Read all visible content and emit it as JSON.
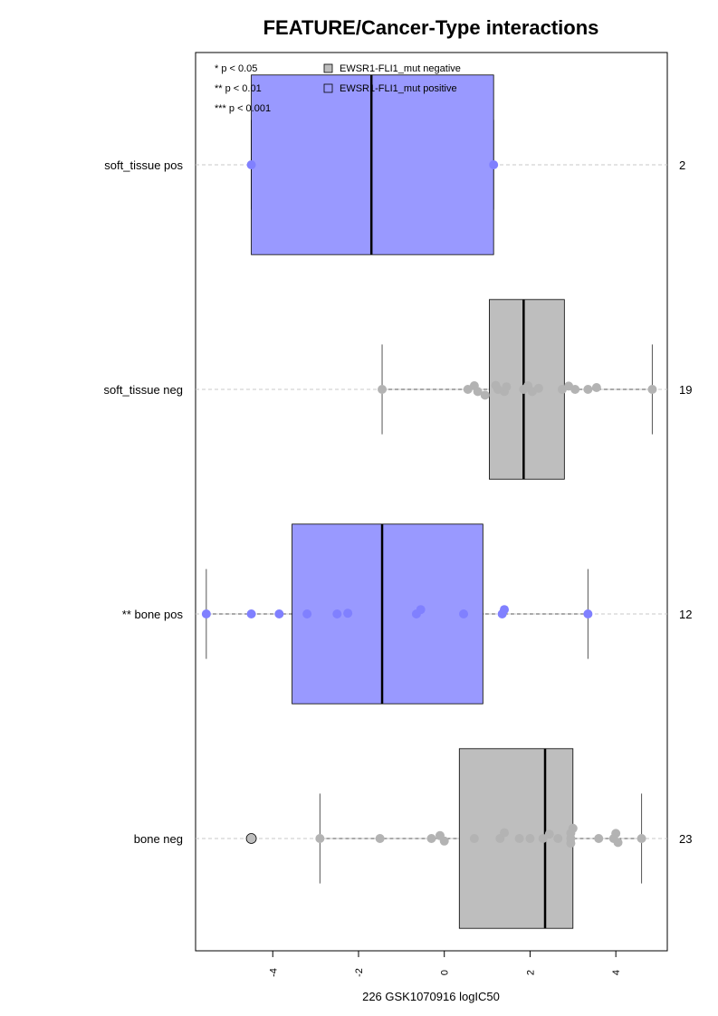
{
  "chart_data": {
    "type": "boxplot",
    "title": "FEATURE/Cancer-Type interactions",
    "xlabel": "226 GSK1070916 logIC50",
    "xlim": [
      -5.8,
      5.2
    ],
    "x_ticks": [
      -4,
      -2,
      0,
      2,
      4
    ],
    "x_tick_labels": [
      "-4",
      "-2",
      "0",
      "2",
      "4"
    ],
    "significance_legend": [
      "* p < 0.05",
      "** p < 0.01",
      "*** p < 0.001"
    ],
    "legend": [
      {
        "label": "EWSR1-FLI1_mut negative",
        "color": "#bebebe"
      },
      {
        "label": "EWSR1-FLI1_mut positive",
        "color": "#9999ff"
      }
    ],
    "groups": [
      {
        "label": "soft_tissue pos",
        "count": "2",
        "status": "positive",
        "q1": -4.5,
        "median": -1.7,
        "q3": 1.15,
        "whisker_low": -4.5,
        "whisker_high": 1.15,
        "points": [
          {
            "x": -4.5,
            "j": 0
          },
          {
            "x": 1.15,
            "j": 0
          }
        ]
      },
      {
        "label": "soft_tissue neg",
        "count": "19",
        "status": "negative",
        "q1": 1.05,
        "median": 1.85,
        "q3": 2.8,
        "whisker_low": -1.45,
        "whisker_high": 4.85,
        "points": [
          {
            "x": -1.45,
            "j": 0
          },
          {
            "x": 0.55,
            "j": 0
          },
          {
            "x": 0.7,
            "j": -0.5
          },
          {
            "x": 0.78,
            "j": 0.3
          },
          {
            "x": 0.95,
            "j": 0.8
          },
          {
            "x": 1.2,
            "j": -0.55
          },
          {
            "x": 1.25,
            "j": 0
          },
          {
            "x": 1.4,
            "j": 0.3
          },
          {
            "x": 1.45,
            "j": -0.35
          },
          {
            "x": 1.85,
            "j": 0
          },
          {
            "x": 1.95,
            "j": -0.5
          },
          {
            "x": 2.05,
            "j": 0.3
          },
          {
            "x": 2.2,
            "j": -0.15
          },
          {
            "x": 2.75,
            "j": 0
          },
          {
            "x": 2.9,
            "j": -0.45
          },
          {
            "x": 3.05,
            "j": 0
          },
          {
            "x": 3.35,
            "j": 0
          },
          {
            "x": 3.55,
            "j": -0.25
          },
          {
            "x": 4.85,
            "j": 0
          }
        ]
      },
      {
        "label": "** bone pos",
        "count": "12",
        "status": "positive",
        "q1": -3.55,
        "median": -1.45,
        "q3": 0.9,
        "whisker_low": -5.55,
        "whisker_high": 3.35,
        "points": [
          {
            "x": -5.55,
            "j": 0
          },
          {
            "x": -4.5,
            "j": 0
          },
          {
            "x": -3.85,
            "j": 0
          },
          {
            "x": -3.2,
            "j": 0
          },
          {
            "x": -2.5,
            "j": 0
          },
          {
            "x": -2.25,
            "j": -0.1
          },
          {
            "x": -0.65,
            "j": 0
          },
          {
            "x": -0.55,
            "j": -0.6
          },
          {
            "x": 0.45,
            "j": 0
          },
          {
            "x": 1.35,
            "j": 0
          },
          {
            "x": 1.4,
            "j": -0.6
          },
          {
            "x": 3.35,
            "j": 0
          }
        ]
      },
      {
        "label": "bone neg",
        "count": "23",
        "status": "negative",
        "q1": 0.35,
        "median": 2.35,
        "q3": 3.0,
        "whisker_low": -2.9,
        "whisker_high": 4.6,
        "points": [
          {
            "x": -2.9,
            "j": 0
          },
          {
            "x": -1.5,
            "j": 0
          },
          {
            "x": -0.3,
            "j": 0
          },
          {
            "x": -0.1,
            "j": -0.4
          },
          {
            "x": 0.0,
            "j": 0.35
          },
          {
            "x": 0.7,
            "j": 0
          },
          {
            "x": 1.3,
            "j": 0
          },
          {
            "x": 1.4,
            "j": -0.8
          },
          {
            "x": 1.75,
            "j": 0
          },
          {
            "x": 2.0,
            "j": 0
          },
          {
            "x": 2.3,
            "j": 0
          },
          {
            "x": 2.45,
            "j": -0.6
          },
          {
            "x": 2.65,
            "j": 0
          },
          {
            "x": 2.95,
            "j": -0.75
          },
          {
            "x": 2.95,
            "j": 0
          },
          {
            "x": 2.95,
            "j": 0.65
          },
          {
            "x": 3.0,
            "j": -1.4
          },
          {
            "x": 3.6,
            "j": 0
          },
          {
            "x": 3.95,
            "j": 0
          },
          {
            "x": 4.0,
            "j": -0.7
          },
          {
            "x": 4.05,
            "j": 0.55
          },
          {
            "x": 4.6,
            "j": 0
          }
        ],
        "outliers": [
          -4.5
        ]
      }
    ]
  }
}
